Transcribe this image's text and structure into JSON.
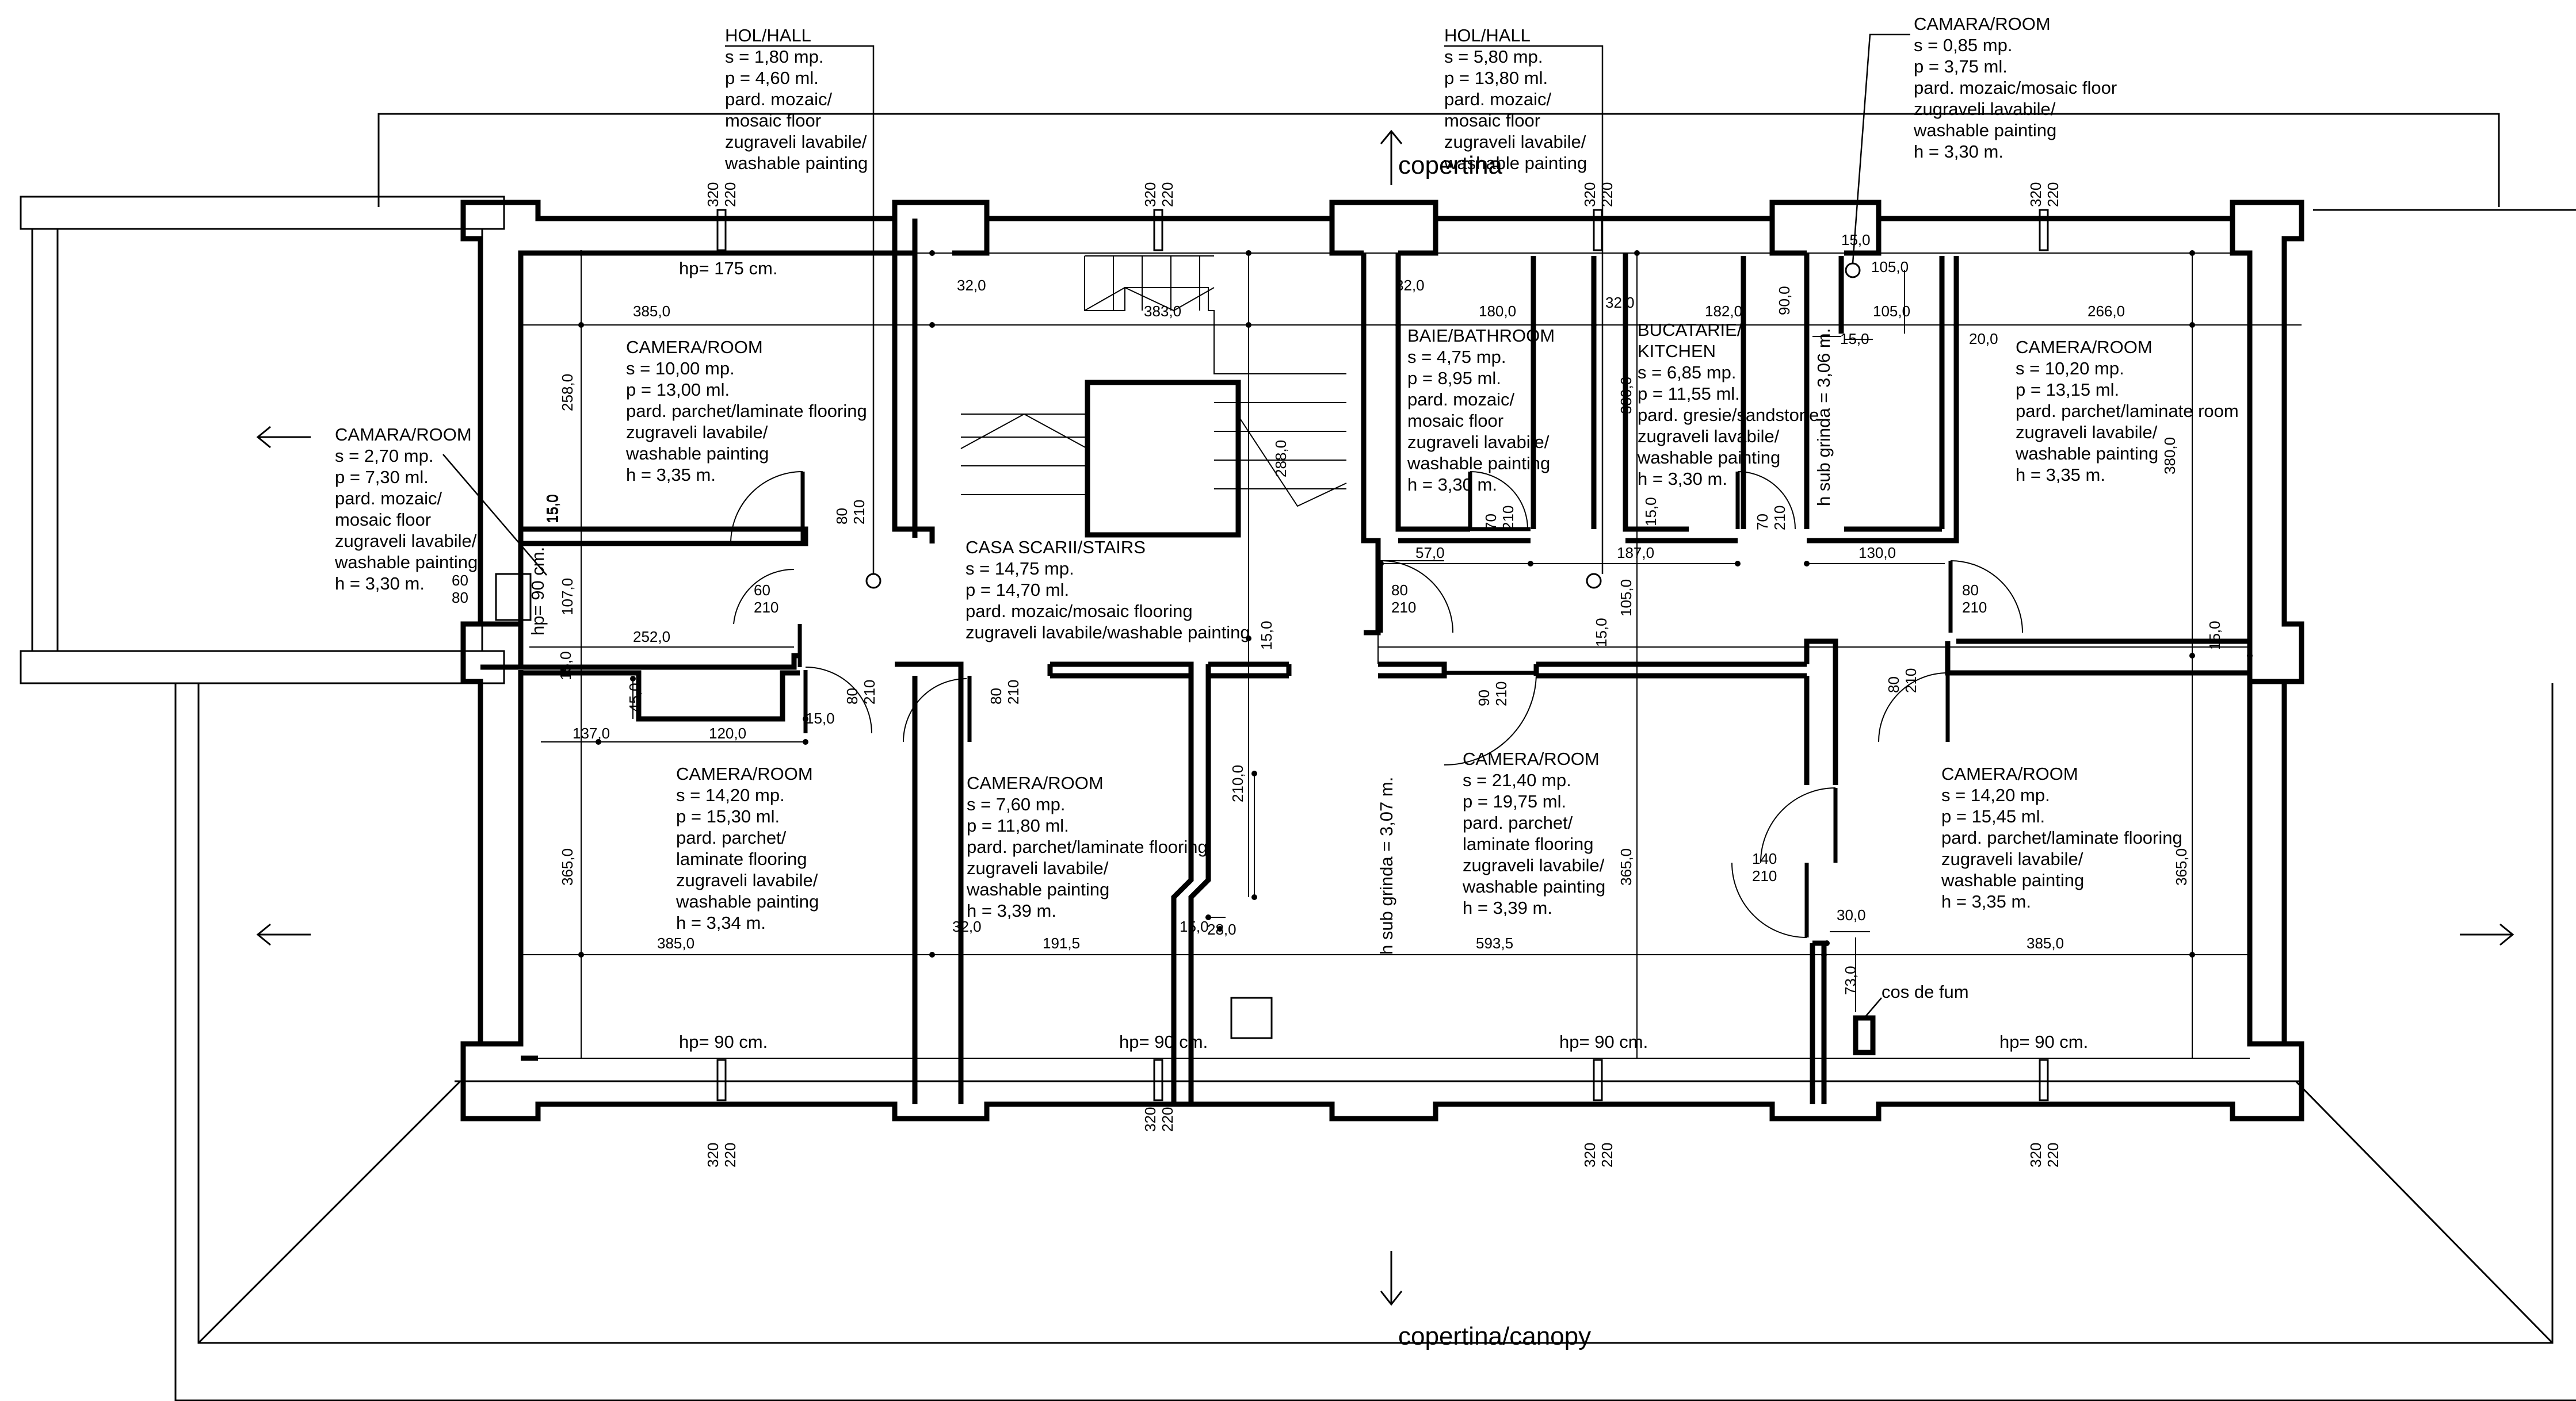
{
  "rooms": {
    "hol_left": [
      "HOL/HALL",
      "s = 1,80 mp.",
      "p = 4,60 ml.",
      "pard. mozaic/",
      "mosaic floor",
      "zugraveli lavabile/",
      "washable painting"
    ],
    "hol_right": [
      "HOL/HALL",
      "s = 5,80 mp.",
      "p = 13,80 ml.",
      "pard. mozaic/",
      "mosaic floor",
      "zugraveli lavabile/",
      "washable painting"
    ],
    "camara_top": [
      "CAMARA/ROOM",
      "s = 0,85 mp.",
      "p = 3,75 ml.",
      "pard. mozaic/mosaic floor",
      "zugraveli lavabile/",
      "washable painting",
      "h = 3,30 m."
    ],
    "camera_tl": [
      "CAMERA/ROOM",
      "s = 10,00 mp.",
      "p = 13,00 ml.",
      "pard. parchet/laminate flooring",
      "zugraveli lavabile/",
      "washable painting",
      "h = 3,35 m."
    ],
    "camara_left": [
      "CAMARA/ROOM",
      "s = 2,70 mp.",
      "p = 7,30 ml.",
      "pard. mozaic/",
      "mosaic floor",
      "zugraveli lavabile/",
      "washable painting",
      "h = 3,30 m."
    ],
    "baie": [
      "BAIE/BATHROOM",
      "s = 4,75 mp.",
      "p = 8,95 ml.",
      "pard. mozaic/",
      "mosaic floor",
      "zugraveli lavabile/",
      "washable painting",
      "h = 3,30 m."
    ],
    "bucatarie": [
      "BUCATARIE/",
      "KITCHEN",
      "s = 6,85 mp.",
      "p = 11,55 ml.",
      "pard. gresie/sandstone",
      "zugraveli lavabile/",
      "washable painting",
      "h = 3,30 m."
    ],
    "camera_tr": [
      "CAMERA/ROOM",
      "s = 10,20 mp.",
      "p = 13,15 ml.",
      "pard. parchet/laminate room",
      "zugraveli lavabile/",
      "washable painting",
      "h = 3,35 m."
    ],
    "casa_scarii": [
      "CASA SCARII/STAIRS",
      "s = 14,75 mp.",
      "p = 14,70 ml.",
      "pard. mozaic/mosaic flooring",
      "zugraveli lavabile/washable painting"
    ],
    "camera_bl": [
      "CAMERA/ROOM",
      "s = 14,20 mp.",
      "p = 15,30 ml.",
      "pard. parchet/",
      "laminate flooring",
      "zugraveli lavabile/",
      "washable painting",
      "h = 3,34 m."
    ],
    "camera_bml": [
      "CAMERA/ROOM",
      "s = 7,60 mp.",
      "p = 11,80 ml.",
      "pard. parchet/laminate flooring",
      "zugraveli lavabile/",
      "washable painting",
      "h = 3,39 m."
    ],
    "camera_bmr": [
      "CAMERA/ROOM",
      "s = 21,40 mp.",
      "p = 19,75 ml.",
      "pard. parchet/",
      "laminate flooring",
      "zugraveli lavabile/",
      "washable painting",
      "h = 3,39 m."
    ],
    "camera_br": [
      "CAMERA/ROOM",
      "s = 14,20 mp.",
      "p = 15,45 ml.",
      "pard. parchet/laminate flooring",
      "zugraveli lavabile/",
      "washable painting",
      "h = 3,35 m."
    ]
  },
  "canopy": {
    "top": "copertina",
    "bottom": "copertina/canopy"
  },
  "notes": {
    "hp_top": "hp= 175 cm.",
    "hp_side": "hp= 90 cm.",
    "hp_bottom": [
      "hp= 90 cm.",
      "hp= 90 cm.",
      "hp= 90 cm.",
      "hp= 90 cm."
    ],
    "beam_1": "h sub grinda = 3,06 m.",
    "beam_2": "h sub grinda = 3,07 m.",
    "chimney": "cos de fum"
  },
  "windows": {
    "w": "320",
    "h": "220"
  },
  "dims": {
    "d385a": "385,0",
    "d383": "383,0",
    "d180": "180,0",
    "d182": "182,0",
    "d266": "266,0",
    "d105a": "105,0",
    "d105b": "105,0",
    "d105c": "105,0",
    "d15a": "15,0",
    "d15b": "15,0",
    "d32a": "32,0",
    "d32b": "32,0",
    "d32c": "32,0",
    "d32d": "32,0",
    "d20": "20,0",
    "d90": "90,0",
    "d60": "60",
    "d258": "258,0",
    "d107": "107,0",
    "d252": "252,0",
    "d137": "137,0",
    "d120": "120,0",
    "d45": "45,0",
    "d15c": "15,0",
    "d15d": "15,0",
    "d15e": "15,0",
    "d15f": "15,0",
    "d15g": "15,0",
    "d15h": "15,0",
    "d57": "57,0",
    "d187": "187,0",
    "d130": "130,0",
    "d380a": "380,0",
    "d380b": "380,0",
    "d288": "288,0",
    "d365a": "365,0",
    "d365b": "365,0",
    "d365c": "365,0",
    "d210": "210,0",
    "d385b": "385,0",
    "d191": "191,5",
    "d593": "593,5",
    "d385c": "385,0",
    "d28": "28,0",
    "d15i": "15,0",
    "d30": "30,0",
    "d73": "73,0"
  },
  "doors": {
    "d80": "80",
    "d210": "210",
    "d60": "60",
    "d70": "70",
    "d90": "90",
    "d140": "140",
    "d80_side": "80"
  }
}
